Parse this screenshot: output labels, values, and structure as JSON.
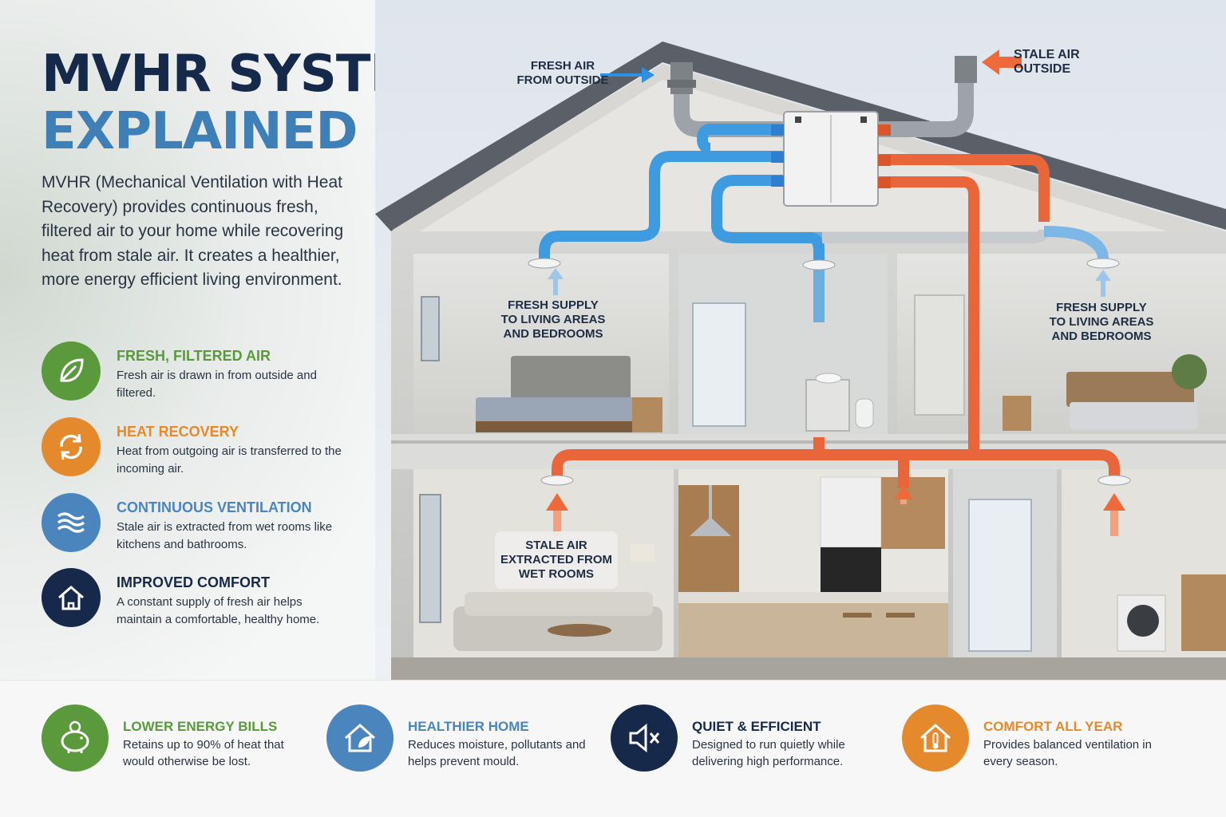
{
  "title": {
    "line1": "MVHR SYSTEM",
    "line2": "EXPLAINED"
  },
  "intro": "MVHR (Mechanical Ventilation with Heat Recovery) provides continuous fresh, filtered air to your home while recovering heat from stale air. It creates a healthier, more energy efficient living environment.",
  "features": [
    {
      "title": "FRESH, FILTERED AIR",
      "desc": "Fresh air is drawn in from outside and filtered.",
      "color": "#5a9a3c",
      "icon": "leaf-icon"
    },
    {
      "title": "HEAT RECOVERY",
      "desc": "Heat from outgoing air is transferred to the incoming air.",
      "color": "#e58a2c",
      "icon": "recycle-arrows-icon"
    },
    {
      "title": "CONTINUOUS VENTILATION",
      "desc": "Stale air is extracted from wet rooms like kitchens and bathrooms.",
      "color": "#4a86bd",
      "icon": "air-waves-icon"
    },
    {
      "title": "IMPROVED COMFORT",
      "desc": "A constant supply of fresh air helps maintain a comfortable, healthy home.",
      "color": "#17294a",
      "icon": "house-icon"
    }
  ],
  "diagram_labels": {
    "fresh_air_outside": "FRESH AIR\nFROM OUTSIDE",
    "stale_air_outside": "STALE AIR\nOUTSIDE",
    "fresh_supply_left": "FRESH SUPPLY\nTO LIVING AREAS\nAND BEDROOMS",
    "fresh_supply_right": "FRESH SUPPLY\nTO LIVING AREAS\nAND BEDROOMS",
    "stale_extract": "STALE AIR\nEXTRACTED FROM\nWET ROOMS"
  },
  "benefits": [
    {
      "title": "LOWER ENERGY BILLS",
      "desc": "Retains up to 90% of heat that would otherwise be lost.",
      "color": "#5a9a3c",
      "icon": "piggy-bank-icon"
    },
    {
      "title": "HEALTHIER HOME",
      "desc": "Reduces moisture, pollutants and helps prevent mould.",
      "color": "#4a86bd",
      "icon": "house-leaf-icon"
    },
    {
      "title": "QUIET & EFFICIENT",
      "desc": "Designed to run quietly while delivering high performance.",
      "color": "#17294a",
      "icon": "speaker-mute-icon"
    },
    {
      "title": "COMFORT ALL YEAR",
      "desc": "Provides balanced ventilation in every season.",
      "color": "#e58a2c",
      "icon": "house-thermometer-icon"
    }
  ],
  "colors": {
    "fresh_duct": "#3e9be0",
    "stale_duct": "#e8663a",
    "navy": "#15294a",
    "blue": "#3f7fb8"
  }
}
